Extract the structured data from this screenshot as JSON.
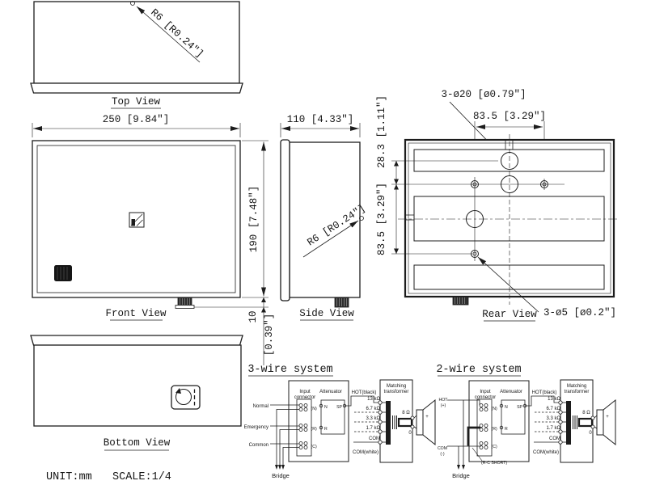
{
  "drawing": {
    "unit_label": "UNIT:mm",
    "scale_label": "SCALE:1/4"
  },
  "views": {
    "top": {
      "label": "Top View",
      "corner_radius": "R6 [R0.24\"]"
    },
    "front": {
      "label": "Front View",
      "width": "250 [9.84\"]",
      "height": "190 [7.48\"]",
      "knob_mm": "10",
      "knob_in": "[0.39\"]"
    },
    "side": {
      "label": "Side View",
      "depth": "110 [4.33\"]",
      "corner_radius": "R6 [R0.24\"]"
    },
    "rear": {
      "label": "Rear View",
      "large_holes": "3-ø20 [ø0.79\"]",
      "small_holes": "3-ø5 [ø0.2\"]",
      "hole_span_h": "83.5 [3.29\"]",
      "hole_span_v1": "28.3 [1.11\"]",
      "hole_span_v2": "83.5 [3.29\"]"
    },
    "bottom": {
      "label": "Bottom View"
    }
  },
  "wiring": {
    "common": {
      "input_connector_l1": "Input",
      "input_connector_l2": "connector",
      "attenuator": "Attenuator",
      "term_n": "(N)",
      "term_r": "(R)",
      "term_c": "(C)",
      "att_n": "N",
      "att_sp": "SP",
      "att_r": "R",
      "hot_black": "HOT(black)",
      "taps": [
        "13 kΩ",
        "6.7 kΩ",
        "3.3 kΩ",
        "1.7 kΩ"
      ],
      "com": "COM",
      "com_white": "COM(white)",
      "transformer_l1": "Matching",
      "transformer_l2": "transformer",
      "impedance": "8 Ω",
      "zero": "0",
      "plus": "+",
      "bridge": "Bridge"
    },
    "three_wire": {
      "title": "3-wire system",
      "inputs": [
        "Normal",
        "Emergency",
        "Common"
      ]
    },
    "two_wire": {
      "title": "2-wire system",
      "hot_l1": "HOT",
      "hot_l2": "(+)",
      "com_l1": "COM",
      "com_l2": "(-)",
      "short_note": "(R-C SHORT)"
    }
  }
}
